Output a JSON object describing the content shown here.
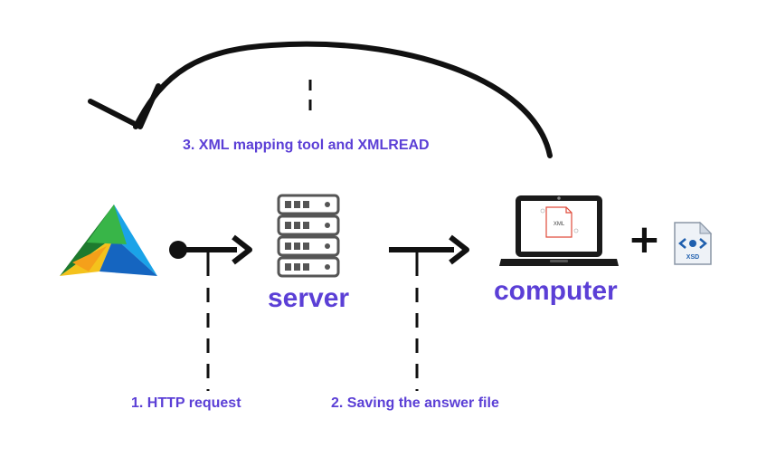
{
  "labels": {
    "step1": "1. HTTP request",
    "step2": "2. Saving the answer file",
    "step3": "3. XML mapping tool and XMLREAD",
    "server": "server",
    "computer": "computer"
  },
  "icons": {
    "app_logo": "triangle-logo-icon",
    "server": "server-rack-icon",
    "computer": "laptop-icon",
    "file_on_screen": "xml-file-icon",
    "xsd": "xsd-file-icon",
    "plus": "+",
    "screen_file_text": "XML",
    "xsd_text": "XSD"
  },
  "colors": {
    "label": "#5b3fd6",
    "arrow": "#111111"
  }
}
